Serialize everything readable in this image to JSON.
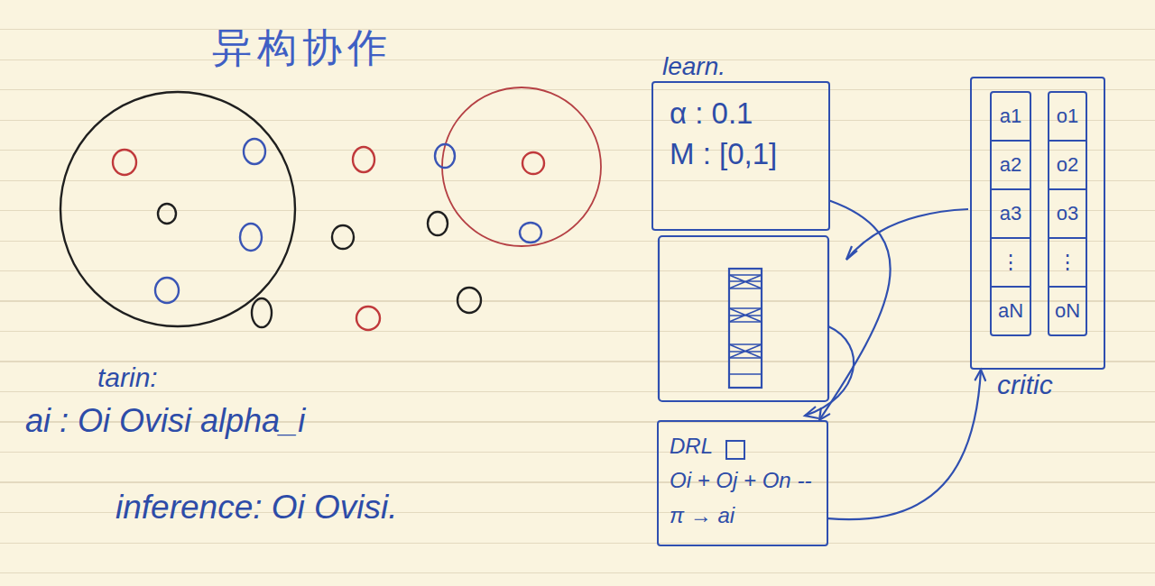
{
  "diagram": {
    "title": "异构协作",
    "nodes": [
      {
        "text": [
          "learn.",
          "α : 0.1",
          "M : [0,1]"
        ]
      },
      {
        "text": [
          "DRL",
          "Oi + Oj + On --",
          "π → ai"
        ]
      },
      {
        "text": [
          "critic"
        ]
      },
      {
        "text": [
          "a1",
          "a2",
          "a3",
          "⋮",
          "aN"
        ],
        "in": 2
      },
      {
        "text": [
          "o1",
          "o2",
          "o3",
          "⋮",
          "oN"
        ],
        "in": 2
      }
    ],
    "edges": [
      {
        "from": 0,
        "to": 1,
        "arrow": "to"
      },
      {
        "from": 1,
        "to": 2,
        "arrow": "to"
      }
    ],
    "labels": [
      "tarin:",
      "ai : Oi Ovisi alpha_i",
      "inference: Oi Ovisi."
    ]
  }
}
